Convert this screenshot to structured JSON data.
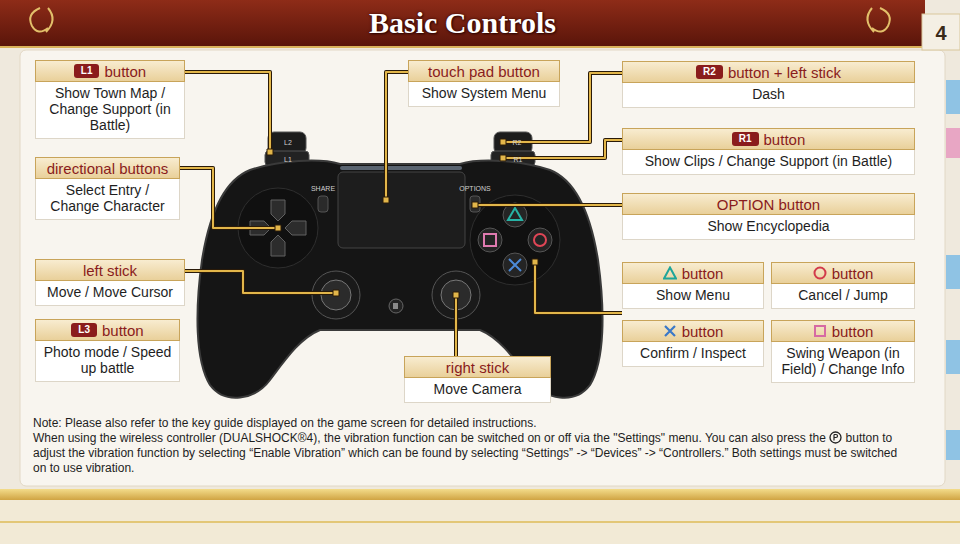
{
  "diagram": {
    "title": "Basic Controls",
    "nodes": [
      {
        "text": [
          "L1",
          "button",
          "Show Town Map / Change Support (in Battle)"
        ]
      },
      {
        "text": [
          "directional buttons",
          "Select Entry / Change Character"
        ]
      },
      {
        "text": [
          "left stick",
          "Move / Move Cursor"
        ]
      },
      {
        "text": [
          "L3",
          "button",
          "Photo mode / Speed up battle"
        ]
      },
      {
        "text": [
          "touch pad button",
          "Show System Menu"
        ]
      },
      {
        "text": [
          "right stick",
          "Move Camera"
        ]
      },
      {
        "text": [
          "R2",
          "button + left stick",
          "Dash"
        ]
      },
      {
        "text": [
          "R1",
          "button",
          "Show Clips / Change Support (in Battle)"
        ]
      },
      {
        "text": [
          "OPTION button",
          "Show Encyclopedia"
        ]
      },
      {
        "text": [
          "button",
          "Show Menu"
        ]
      },
      {
        "text": [
          "button",
          "Cancel / Jump"
        ]
      },
      {
        "text": [
          "button",
          "Confirm / Inspect"
        ]
      },
      {
        "text": [
          "button",
          "Swing Weapon (in Field) / Change Info"
        ]
      }
    ],
    "labels": [
      "4",
      "L2",
      "L1",
      "R2",
      "R1",
      "SHARE",
      "OPTIONS",
      "Note: Please also refer to the key guide displayed on the game screen for detailed instructions.",
      "When using the wireless controller (DUALSHOCK®4), the vibration function can be switched on or off via the \"Settings\" menu.  You can also press the",
      "button to adjust the vibration function by selecting “Enable Vibration” which can be found by selecting “Settings” -> “Devices” -> “Controllers.” Both settings must be switched on to use vibration."
    ]
  }
}
